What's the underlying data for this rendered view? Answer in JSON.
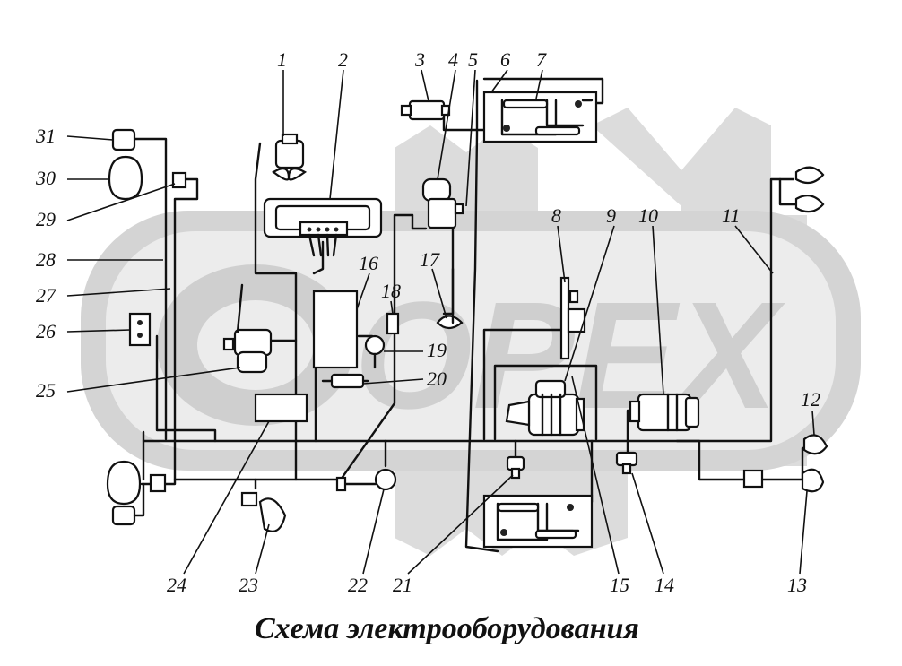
{
  "title": "Схема электрооборудования",
  "watermark": "ОРЕХ",
  "colors": {
    "watermark_fill": "#cfcfcf",
    "watermark_light": "#e4e4e4",
    "ink": "#111111",
    "background": "#ffffff"
  },
  "callouts": {
    "c1": "1",
    "c2": "2",
    "c3": "3",
    "c4": "4",
    "c5": "5",
    "c6": "6",
    "c7": "7",
    "c8": "8",
    "c9": "9",
    "c10": "10",
    "c11": "11",
    "c12": "12",
    "c13": "13",
    "c14": "14",
    "c15": "15",
    "c16": "16",
    "c17": "17",
    "c18": "18",
    "c19": "19",
    "c20": "20",
    "c21": "21",
    "c22": "22",
    "c23": "23",
    "c24": "24",
    "c25": "25",
    "c26": "26",
    "c27": "27",
    "c28": "28",
    "c29": "29",
    "c30": "30",
    "c31": "31"
  }
}
